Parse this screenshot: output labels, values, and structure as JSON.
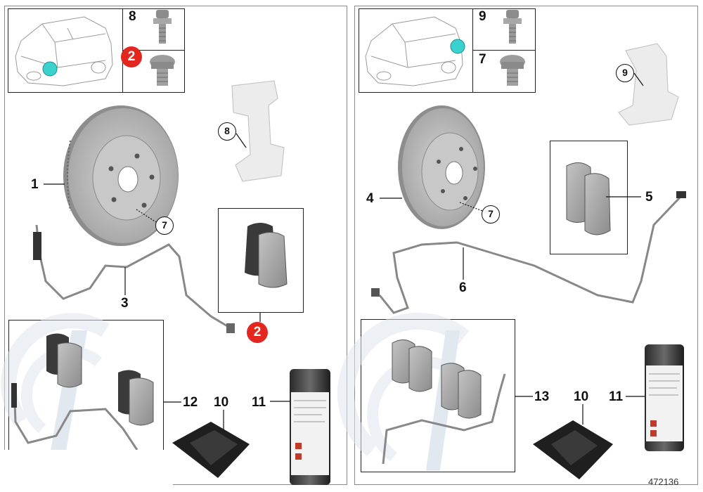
{
  "diagram_id": "472136",
  "panels": {
    "front": {
      "callouts": {
        "c1": "1",
        "c3": "3",
        "c7": "7",
        "c8_top": "8",
        "c8": "8",
        "c2_top": "2",
        "c2": "2",
        "c12": "12",
        "c10": "10",
        "c11": "11"
      }
    },
    "rear": {
      "callouts": {
        "c4": "4",
        "c5": "5",
        "c6": "6",
        "c7": "7",
        "c9_top": "9",
        "c9": "9",
        "c7_top": "7",
        "c13": "13",
        "c10": "10",
        "c11": "11"
      }
    }
  },
  "colors": {
    "marker_red": "#e4271e",
    "highlight_cyan": "#3ad1cf",
    "disc_grey": "#b9b9b9",
    "watermark_blue": "#c9d6e3"
  }
}
